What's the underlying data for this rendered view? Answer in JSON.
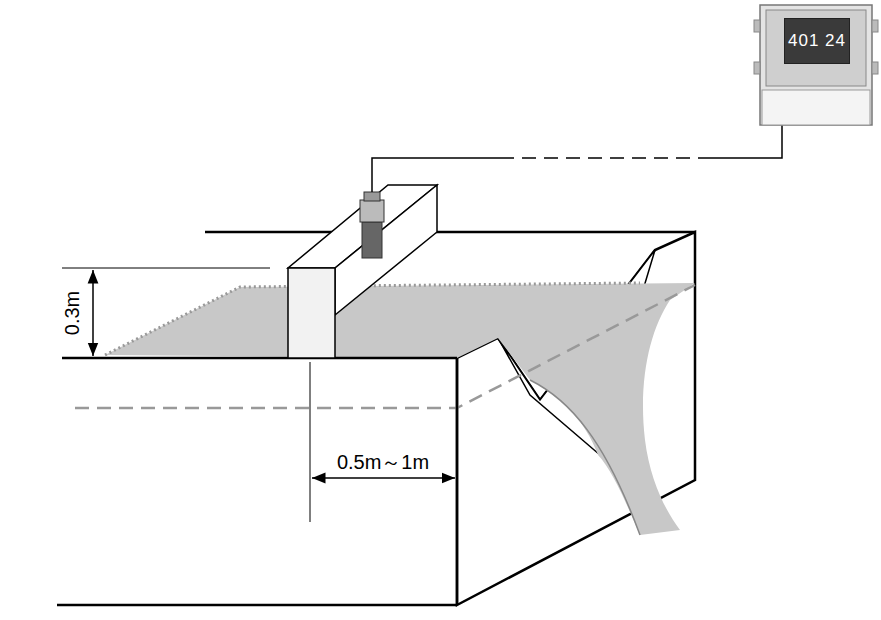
{
  "diagram": {
    "nodes": [
      {
        "text": [
          "401 24"
        ]
      }
    ],
    "labels": [
      "0.3m",
      "0.5m～1m"
    ]
  }
}
